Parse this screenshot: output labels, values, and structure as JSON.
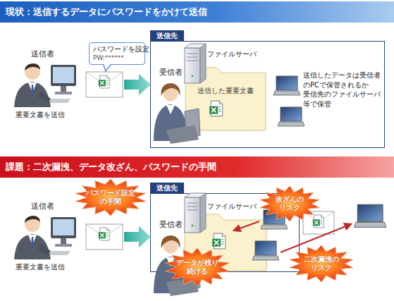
{
  "diagram": {
    "nodes": [
      {
        "text": [
          "現状：送信するデータにパスワードをかけて送信"
        ]
      },
      {
        "text": [
          "パスワードを設定",
          "PW:******"
        ]
      },
      {
        "text": [
          "送信先"
        ]
      },
      {
        "text": [
          "送信した重要文書"
        ],
        "in": 2
      },
      {
        "text": [
          "課題：二次漏洩、データ改ざん、パスワードの手間"
        ]
      },
      {
        "text": [
          "パスワード設定 の手間"
        ]
      },
      {
        "text": [
          "送信先"
        ]
      },
      {
        "text": [
          "改ざんの リスク"
        ]
      },
      {
        "text": [
          "データが残り 続ける"
        ]
      },
      {
        "text": [
          "二次漏洩の リスク"
        ]
      }
    ],
    "labels": [
      "送信者",
      "重要文書を送信",
      "受信者",
      "ファイルサーバ",
      "送信したデータは受信者 のPCで保管されるか 受信先のファイルサーバ 等で保管",
      "送信者",
      "重要文書を送信",
      "受信者",
      "ファイルサーバ"
    ]
  }
}
